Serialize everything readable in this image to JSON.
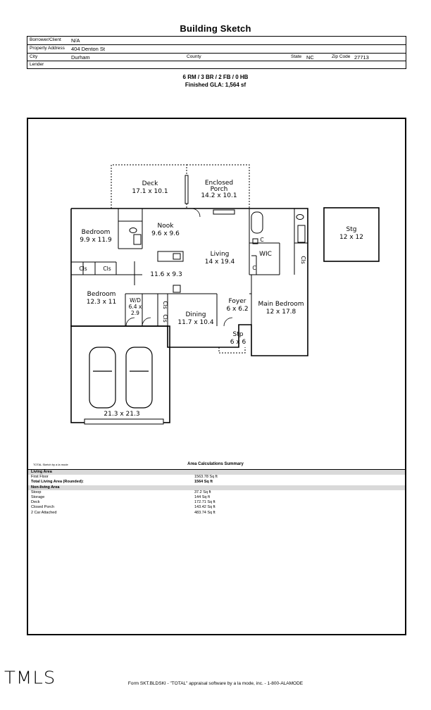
{
  "header": {
    "title": "Building Sketch"
  },
  "info": {
    "borrower_label": "Borrower/Client",
    "borrower_value": "N/A",
    "address_label": "Property Address",
    "address_value": "404 Denton St",
    "city_label": "City",
    "city_value": "Durham",
    "county_label": "County",
    "county_value": "",
    "state_label": "State",
    "state_value": "NC",
    "zip_label": "Zip Code",
    "zip_value": "27713",
    "lender_label": "Lender",
    "lender_value": ""
  },
  "summary": {
    "rooms": "6 RM / 3 BR / 2 FB / 0 HB",
    "gla": "Finished GLA: 1,564 sf"
  },
  "rooms": [
    {
      "name": "Deck",
      "size": "17.1 x 10.1"
    },
    {
      "name": "Enclosed",
      "name2": "Porch",
      "size": "14.2 x 10.1"
    },
    {
      "name": "Stg",
      "size": "12 x 12"
    },
    {
      "name": "Bedroom",
      "size": "9.9 x 11.9"
    },
    {
      "name": "Nook",
      "size": "9.6 x 9.6"
    },
    {
      "name": "Living",
      "size": "14 x 19.4"
    },
    {
      "name": "WIC",
      "size": ""
    },
    {
      "name": "Bedroom",
      "size": "12.3 x 11"
    },
    {
      "name": "W/D",
      "size": "6.4 x",
      "size2": "2.9"
    },
    {
      "name": "Dining",
      "size": "11.7 x 10.4"
    },
    {
      "name": "Foyer",
      "size": "6 x 6.2"
    },
    {
      "name": "Main Bedroom",
      "size": "12 x 17.8"
    },
    {
      "name": "Stp",
      "size": "6 x 6"
    },
    {
      "name": "",
      "size": "11.6 x 9.3"
    },
    {
      "name": "",
      "size": "21.3 x 21.3"
    }
  ],
  "labels": {
    "cls": "Cls",
    "c": "C"
  },
  "sketch_credit": "TOTAL Sketch by a la mode",
  "areas": {
    "title": "Area Calculations Summary",
    "living_header": "Living Area",
    "first_floor_label": "First Floor",
    "first_floor_value": "1563.78 Sq ft",
    "total_label": "Total Living Area (Rounded):",
    "total_value": "1564 Sq ft",
    "nonliving_header": "Non-living Area",
    "items": [
      {
        "name": "Stoop",
        "value": "37.2 Sq ft"
      },
      {
        "name": "Storage",
        "value": "144 Sq ft"
      },
      {
        "name": "Deck",
        "value": "172.71 Sq ft"
      },
      {
        "name": "Closed Porch",
        "value": "143.42 Sq ft"
      },
      {
        "name": "2 Car Attached",
        "value": "483.74 Sq ft"
      }
    ]
  },
  "logo": "TMLS",
  "footer": "Form SKT.BLDSKI - \"TOTAL\" appraisal software by a la mode, inc. - 1-800-ALAMODE"
}
